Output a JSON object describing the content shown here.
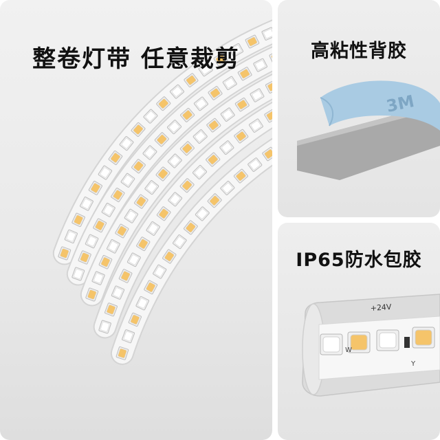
{
  "panels": {
    "main": {
      "title": "整卷灯带 任意裁剪"
    },
    "tape": {
      "title": "高粘性背胶",
      "brand_mark": "3M"
    },
    "ip65": {
      "title": "IP65防水包胶"
    }
  },
  "strip_markings": {
    "voltage": "+24V",
    "minus": "-",
    "w_label": "W",
    "y_label": "Y"
  },
  "colors": {
    "warm_led": "#f5c46a",
    "cool_led": "#ffffff",
    "tape_blue": "#a9cbe3",
    "pcb": "#f6f6f6"
  }
}
